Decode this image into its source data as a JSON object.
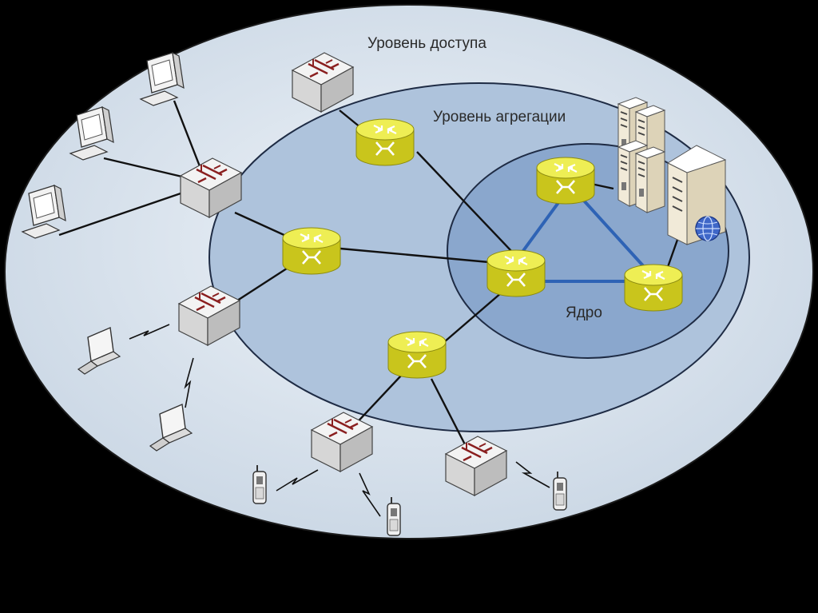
{
  "diagram": {
    "labels": {
      "access": "Уровень доступа",
      "aggregation": "Уровень агрегации",
      "core": "Ядро"
    },
    "colors": {
      "background": "#000000",
      "access_zone": "#dbe4ee",
      "aggregation_zone": "#aec2db",
      "core_zone": "#7f9ec6",
      "router": "#e7e63a",
      "core_link": "#2e63b5",
      "link": "#000000"
    },
    "nodes": {
      "access_switches": [
        "switch-top",
        "switch-left",
        "switch-mid-left",
        "switch-bottom",
        "switch-bottom-right"
      ],
      "aggregation_routers": [
        "agg-router-top",
        "agg-router-left",
        "agg-router-bottom"
      ],
      "core_routers": [
        "core-router-top",
        "core-router-center",
        "core-router-right"
      ],
      "servers": [
        "server-rack-stack",
        "web-server"
      ],
      "end_devices": [
        "desktop-pc",
        "desktop-pc",
        "desktop-pc",
        "laptop",
        "laptop",
        "mobile-phone",
        "mobile-phone",
        "mobile-phone"
      ]
    }
  }
}
